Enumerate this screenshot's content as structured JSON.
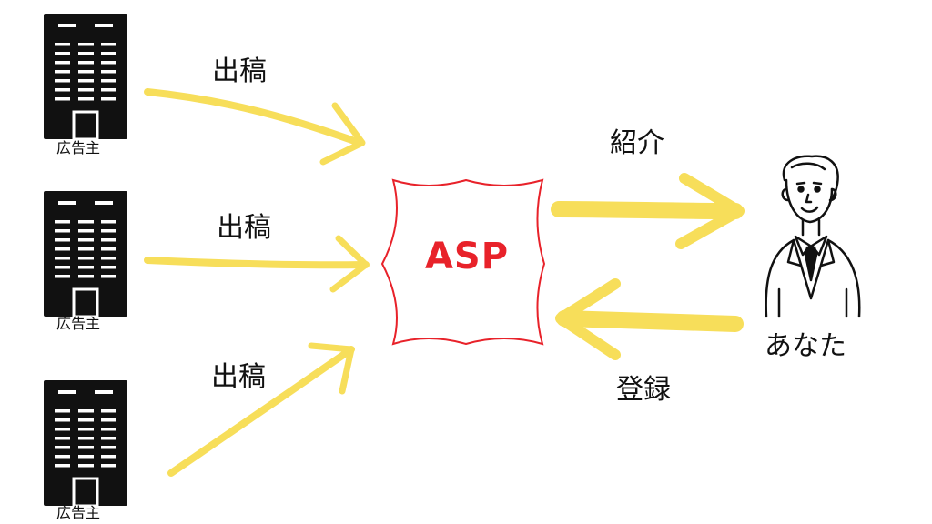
{
  "colors": {
    "arrow": "#f7de5a",
    "accent": "#e8222a",
    "ink": "#111111"
  },
  "advertisers": [
    {
      "label": "広告主",
      "icon": "office-building-icon"
    },
    {
      "label": "広告主",
      "icon": "office-building-icon"
    },
    {
      "label": "広告主",
      "icon": "office-building-icon"
    }
  ],
  "submit_labels": [
    "出稿",
    "出稿",
    "出稿"
  ],
  "asp": {
    "label": "ASP"
  },
  "introduce": {
    "label": "紹介"
  },
  "register": {
    "label": "登録"
  },
  "you": {
    "label": "あなた",
    "icon": "businessman-icon"
  }
}
